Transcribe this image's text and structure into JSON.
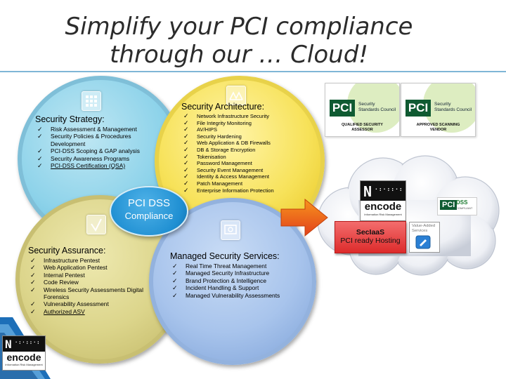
{
  "slide": {
    "title_line1": "Simplify your PCI compliance",
    "title_line2": "through our … Cloud!"
  },
  "circles": {
    "center": {
      "line1": "PCI DSS",
      "line2": "Compliance",
      "color": "#1f8fd2"
    },
    "strategy": {
      "heading": "Security Strategy:",
      "color": "#8ed3ea",
      "icon": "grid-icon",
      "items": [
        "Risk Assessment & Management",
        "Security Policies & Procedures Development",
        "PCI-DSS Scoping & GAP analysis",
        "Security Awareness Programs",
        "PCI-DSS Certification (QSA)"
      ]
    },
    "architecture": {
      "heading": "Security Architecture:",
      "color": "#f7e25a",
      "icon": "network-icon",
      "items": [
        "Network Infrastructure Security",
        "File Integrity Monitoring",
        "AV/HIPS",
        "Security Hardening",
        "Web Application & DB Firewalls",
        "DB & Storage Encryption",
        "Tokenisation",
        "Password Management",
        "Security Event Management",
        "Identity & Access Management",
        "Patch Management",
        "Enterprise Information Protection"
      ]
    },
    "assurance": {
      "heading": "Security Assurance:",
      "color": "#dcd58b",
      "icon": "checkmark-icon",
      "items": [
        "Infrastructure Pentest",
        "Web Application Pentest",
        "Internal Pentest",
        "Code Review",
        "Wireless Security Assessments Digital Forensics",
        "Vulnerability Assessment",
        "Authorized ASV"
      ]
    },
    "managed": {
      "heading": "Managed Security Services:",
      "color": "#a8c4ec",
      "icon": "monitor-icon",
      "items": [
        "Real Time Threat Management",
        "Managed Security Infrastructure",
        "Brand Protection & Intelligence",
        "Incident Handling & Support",
        "Managed Vulnerability Assessments"
      ]
    }
  },
  "certificates": [
    {
      "badge": "PCI",
      "org_line1": "Security",
      "org_line2": "Standards Council",
      "tm": "TM",
      "caption_line1": "QUALIFIED SECURITY",
      "caption_line2": "ASSESSOR"
    },
    {
      "badge": "PCI",
      "org_line1": "Security",
      "org_line2": "Standards Council",
      "tm": "TM",
      "caption_line1": "APPROVED SCANNING",
      "caption_line2": "VENDOR"
    }
  ],
  "cloud": {
    "brand": "encode",
    "brand_tagline": "Information Risk Management",
    "pci_dss_logo": {
      "p1": "PCI",
      "p2": "DSS",
      "p3": "COMPLIANT"
    },
    "service_title": "SecIaaS",
    "service_sub": "PCI ready Hosting",
    "vas_line1": "Value-Added",
    "vas_line2": "Services"
  },
  "corner_logo": {
    "brand": "encode",
    "tagline": "Information Risk Management"
  },
  "colors": {
    "title_rule": "#7fb6d6",
    "arrow": "#f26522",
    "service_box": "#e53935"
  }
}
